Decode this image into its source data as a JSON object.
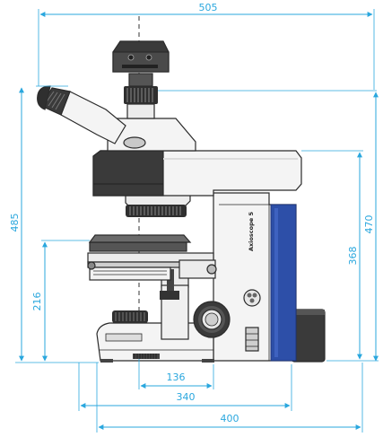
{
  "diagram": {
    "dimensions": {
      "overall_width": "505",
      "overall_height": "485",
      "body_height": "470",
      "stand_height": "368",
      "stage_height": "216",
      "stage_offset": "136",
      "base_depth": "340",
      "footprint_depth": "400"
    },
    "model_label": "Axioscope 5",
    "colors": {
      "dimension_line": "#2aa7de",
      "panel_blue": "#2d4fa8",
      "body_white": "#f4f4f4",
      "dark_gray": "#3a3a3a"
    }
  }
}
